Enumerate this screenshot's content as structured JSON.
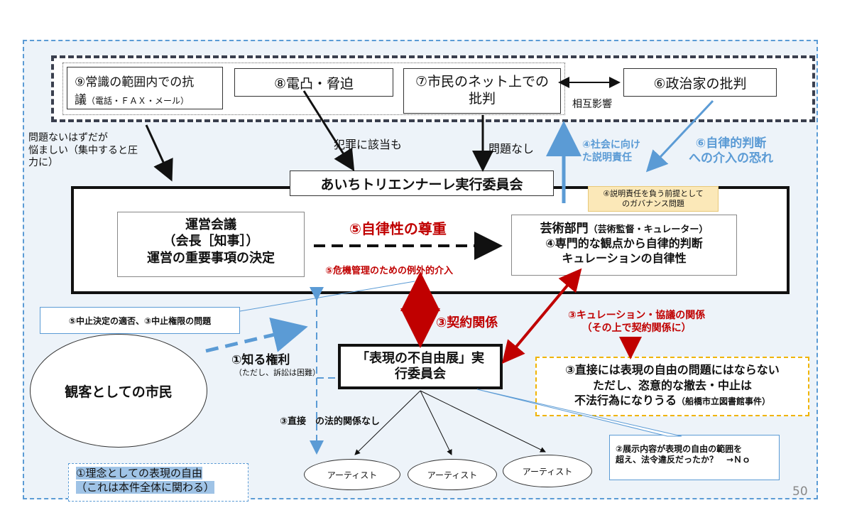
{
  "top_sources": {
    "public_protest": {
      "line1": "⑨常識の範囲内での抗",
      "line2_main": "議",
      "line2_small": "（電話・ＦＡＸ・メール）"
    },
    "threats": "⑧電凸・脅迫",
    "net_criticism": "⑦市民のネット上での\n批判",
    "politician_criticism": "⑥政治家の批判",
    "mutual_influence": "相互影響"
  },
  "side_notes": {
    "citizen_worry": "問題ないはずだが\n悩ましい（集中すると圧\n力に）",
    "crime": "犯罪に該当も",
    "no_problem": "問題なし",
    "accountability": "④社会に向け\nた説明責任",
    "autonomy_fear": "⑥自律的判断\nへの介入の恐れ",
    "governance_note": "④説明責任を負う前提として\nのガバナンス問題"
  },
  "committee": {
    "title": "あいちトリエンナーレ実行委員会",
    "management": {
      "line1": "運営会議",
      "line2": "（会長［知事］）",
      "line3": "運営の重要事項の決定"
    },
    "respect_autonomy": "⑤自律性の尊重",
    "crisis_intervention": "⑤危機管理のための例外的介入",
    "art_dept": {
      "title": "芸術部門",
      "title_small": "（芸術監督・キュレーター）",
      "line2": "④専門的な観点から自律的判断",
      "line3": "キュレーションの自律性"
    }
  },
  "lower": {
    "cancel_note": "⑤中止決定の適否、③中止権限の問題",
    "contract": "③契約関係",
    "curation_relation": "③キュレーション・協議の関係\n（その上で契約関係に）",
    "exhibition_committee": "「表現の不自由展」実\n行委員会",
    "right_to_know": "①知る権利",
    "right_to_know_note": "（ただし、訴訟は困難）",
    "citizens": "観客としての市民",
    "direct_no_legal": "③直接　の法的関係なし",
    "freedom_issue": {
      "line1": "③直接には表現の自由の問題にはならない",
      "line2": "ただし、恣意的な撤去・中止は",
      "line3_main": "不法行為になりうる",
      "line3_small": "（船橋市立図書館事件）"
    },
    "artists": [
      "アーティスト",
      "アーティスト",
      "アーティスト"
    ],
    "exhibit_question": "②展示内容が表現の自由の範囲を\n超え、法令違反だったか？　→Ｎｏ",
    "ideal_freedom": "①理念としての表現の自由\n（これは本件全体に関わる）",
    "page_number": "50"
  },
  "colors": {
    "red": "#c00000",
    "blue": "#5b9bd5",
    "light_blue_bg": "#eef4fa",
    "dark_dash": "#3a3f4e",
    "orange": "#f0b400",
    "note_yellow": "#fbe8b8"
  }
}
